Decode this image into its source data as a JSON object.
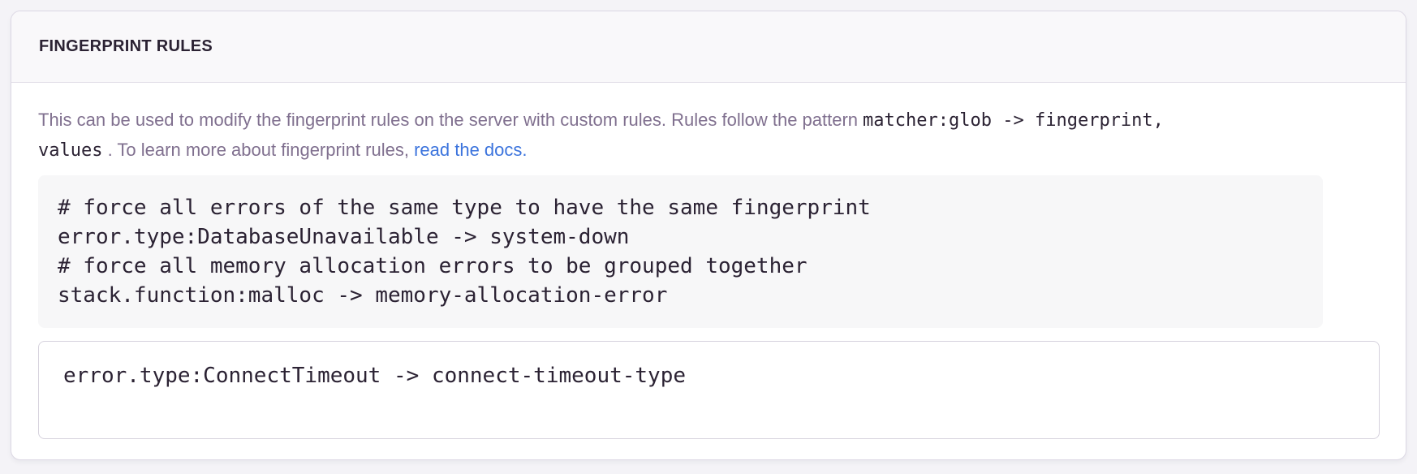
{
  "panel": {
    "header": {
      "title": "FINGERPRINT RULES"
    },
    "description": {
      "text_before_code": "This can be used to modify the fingerprint rules on the server with custom rules. Rules follow the pattern",
      "code_line1": "matcher:glob -> fingerprint,",
      "code_line2": "values",
      "text_after_code": ". To learn more about fingerprint rules,",
      "link_label": "read the docs."
    },
    "code_example": "# force all errors of the same type to have the same fingerprint\nerror.type:DatabaseUnavailable -> system-down\n# force all memory allocation errors to be grouped together\nstack.function:malloc -> memory-allocation-error",
    "input": {
      "value": "error.type:ConnectTimeout -> connect-timeout-type"
    }
  },
  "colors": {
    "page_background": "#f4f3f7",
    "panel_border": "#dcd8e4",
    "header_background": "#f9f8fa",
    "heading_text": "#2b2233",
    "body_text": "#80708f",
    "code_text": "#2b2233",
    "code_block_background": "#f7f7f8",
    "link": "#3c74dd",
    "input_border": "#d6d2dd"
  }
}
